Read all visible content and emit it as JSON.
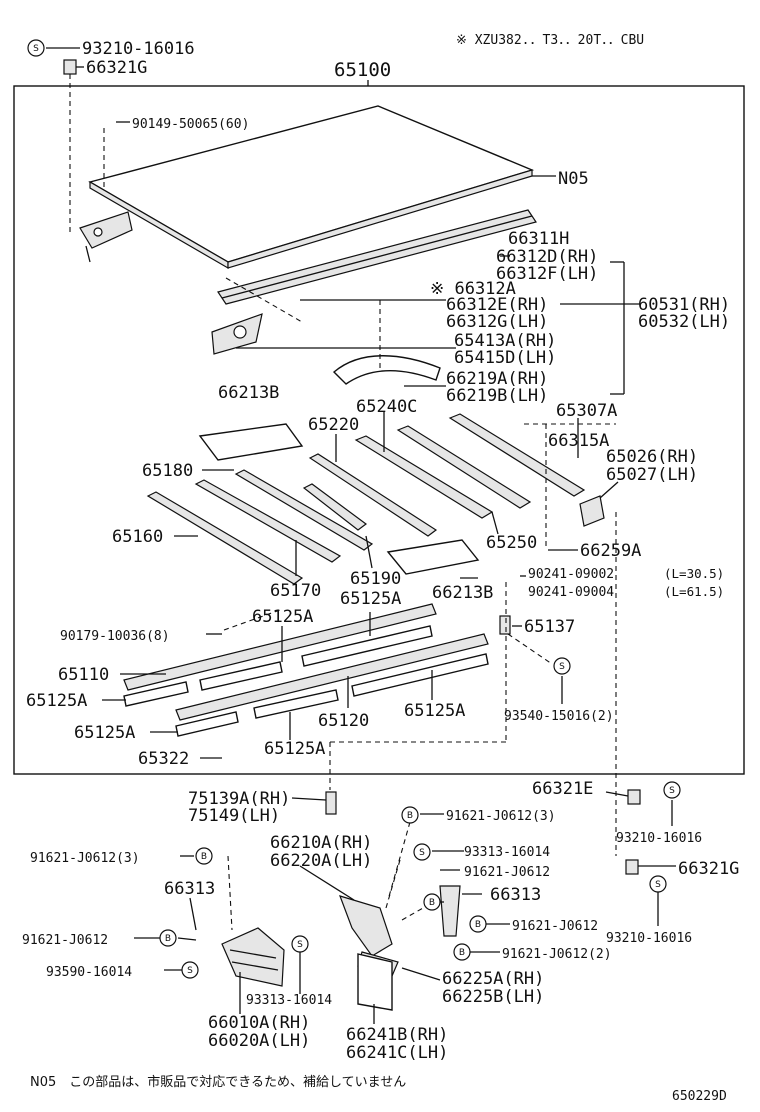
{
  "header_code": "※ XZU382.．T3．．20T．．CBU",
  "main_group": "65100",
  "footnote": "N05　この部品は、市販品で対応できるため、補給していません",
  "figure_id": "650229D",
  "labels": {
    "p_93210_16016_a": "93210-16016",
    "p_66321G_a": "66321G",
    "p_90149": "90149-50065(60)",
    "p_N05": "N05",
    "p_66311H": "66311H",
    "p_66312D": "66312D(RH)",
    "p_66312F": "66312F(LH)",
    "p_66312A": "※ 66312A",
    "p_66312E": "66312E(RH)",
    "p_66312G": "66312G(LH)",
    "p_60531": "60531(RH)",
    "p_60532": "60532(LH)",
    "p_65413A": "65413A(RH)",
    "p_65415D": "65415D(LH)",
    "p_66219A": "66219A(RH)",
    "p_66219B": "66219B(LH)",
    "p_66213B_a": "66213B",
    "p_65240C": "65240C",
    "p_65307A": "65307A",
    "p_65220": "65220",
    "p_66315A": "66315A",
    "p_65026": "65026(RH)",
    "p_65027": "65027(LH)",
    "p_65180": "65180",
    "p_65160": "65160",
    "p_65250": "65250",
    "p_66259A": "66259A",
    "p_65170": "65170",
    "p_65190": "65190",
    "p_66213B_b": "66213B",
    "p_90241_09002": "90241-09002",
    "p_90241_09002_len": "(L=30.5)",
    "p_90241_09004": "90241-09004",
    "p_90241_09004_len": "(L=61.5)",
    "p_65125A_1": "65125A",
    "p_65125A_2": "65125A",
    "p_90179": "90179-10036(8)",
    "p_65137": "65137",
    "p_65110": "65110",
    "p_65125A_3": "65125A",
    "p_65120": "65120",
    "p_65125A_4": "65125A",
    "p_65125A_5": "65125A",
    "p_93540": "93540-15016(2)",
    "p_65322": "65322",
    "p_65125A_6": "65125A",
    "p_75139A": "75139A(RH)",
    "p_75149": "75149(LH)",
    "p_66321E": "66321E",
    "p_91621_3a": "91621-J0612(3)",
    "p_93210_16016_b": "93210-16016",
    "p_66210A": "66210A(RH)",
    "p_66220A": "66220A(LH)",
    "p_93313_a": "93313-16014",
    "p_91621_3b": "91621-J0612(3)",
    "p_91621_a": "91621-J0612",
    "p_66321G_b": "66321G",
    "p_66313_a": "66313",
    "p_66313_b": "66313",
    "p_93210_16016_c": "93210-16016",
    "p_91621_b": "91621-J0612",
    "p_91621_c": "91621-J0612",
    "p_91621_2": "91621-J0612(2)",
    "p_93590": "93590-16014",
    "p_66225A": "66225A(RH)",
    "p_66225B": "66225B(LH)",
    "p_93313_b": "93313-16014",
    "p_66010A": "66010A(RH)",
    "p_66020A": "66020A(LH)",
    "p_66241B": "66241B(RH)",
    "p_66241C": "66241C(LH)"
  },
  "circle_marks": {
    "S": "S",
    "B": "B"
  }
}
